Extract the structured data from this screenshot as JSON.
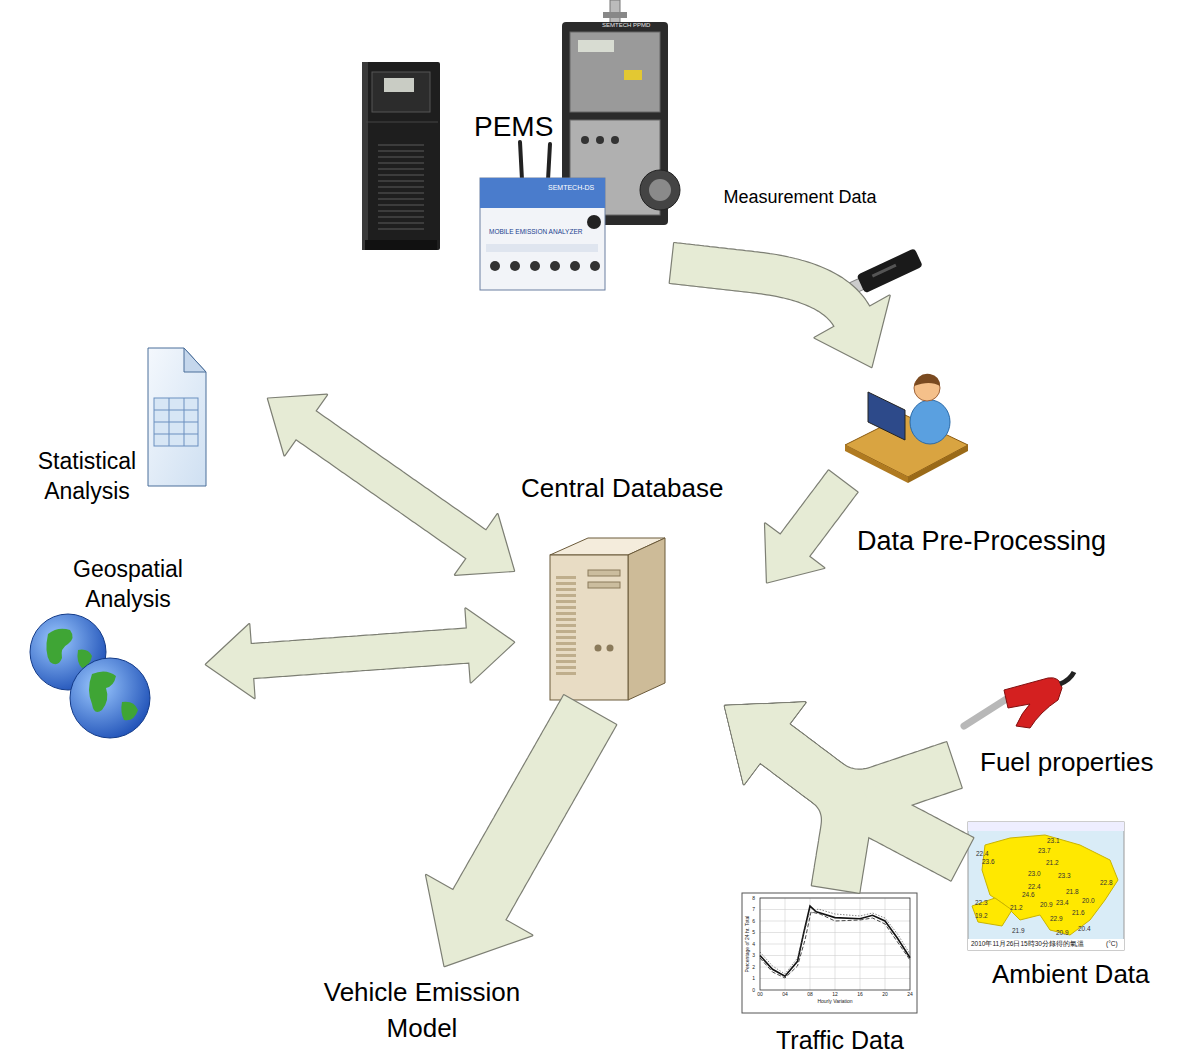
{
  "diagram": {
    "nodes": [
      {
        "text": [
          "PEMS"
        ]
      },
      {
        "text": [
          "Data Pre-Processing"
        ]
      },
      {
        "text": [
          "Central Database"
        ]
      },
      {
        "text": [
          "Statistical Analysis"
        ]
      },
      {
        "text": [
          "Geospatial Analysis"
        ]
      },
      {
        "text": [
          "Vehicle Emission Model"
        ]
      },
      {
        "text": [
          "Fuel properties"
        ]
      },
      {
        "text": [
          "Ambient Data"
        ]
      },
      {
        "text": [
          "Traffic Data"
        ]
      }
    ],
    "edges": [
      {
        "from": 0,
        "to": 1,
        "arrow": "to",
        "label": "Measurement Data"
      },
      {
        "from": 1,
        "to": 2,
        "arrow": "to"
      },
      {
        "from": 3,
        "to": 2,
        "arrow": "both"
      },
      {
        "from": 4,
        "to": 2,
        "arrow": "both"
      },
      {
        "from": 2,
        "to": 5,
        "arrow": "to"
      },
      {
        "from": 6,
        "to": 2,
        "arrow": "to"
      },
      {
        "from": 7,
        "to": 2,
        "arrow": "to"
      },
      {
        "from": 8,
        "to": 2,
        "arrow": "to"
      }
    ],
    "labels": [
      "SEMTECH PPMD",
      "SEMTECH-DS",
      "MOBILE EMISSION ANALYZER",
      "Percentage of 24 hr. Total",
      "Hourly Variation",
      "00",
      "04",
      "08",
      "12",
      "16",
      "20",
      "24",
      "0",
      "1",
      "2",
      "3",
      "4",
      "5",
      "6",
      "7",
      "8",
      "23.1",
      "23.7",
      "22.4",
      "23.6",
      "21.2",
      "23.0",
      "23.3",
      "22.8",
      "22.4",
      "24.6",
      "21.8",
      "20.0",
      "20.9",
      "23.4",
      "22.3",
      "21.2",
      "19.2",
      "21.6",
      "22.9",
      "20.4",
      "21.9",
      "20.9",
      "2010年11月26日15時30分錄得的氣溫",
      "(°C)"
    ]
  }
}
